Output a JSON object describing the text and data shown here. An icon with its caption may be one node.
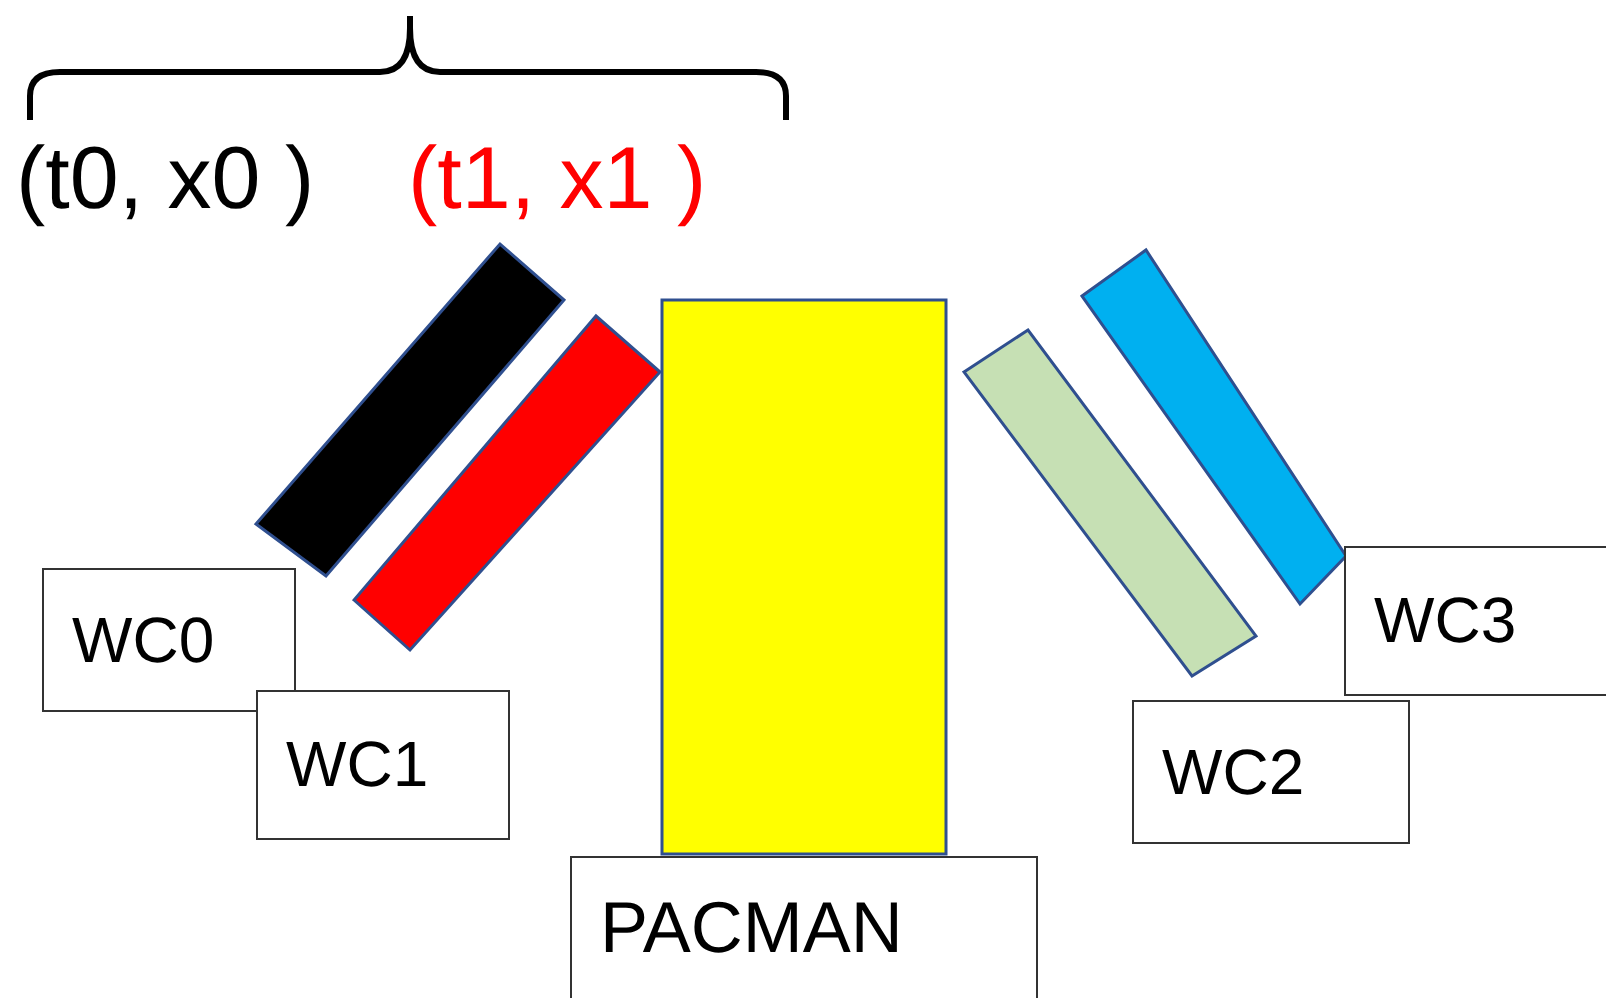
{
  "diagram": {
    "nodes": [
      {
        "text": [],
        "shape": "bar"
      },
      {
        "text": [],
        "shape": "bar"
      },
      {
        "text": [],
        "shape": "box"
      },
      {
        "text": [],
        "shape": "bar"
      },
      {
        "text": [],
        "shape": "bar"
      },
      {
        "text": [
          "WC0"
        ]
      },
      {
        "text": [
          "WC3"
        ]
      },
      {
        "text": [
          "WC1"
        ]
      },
      {
        "text": [
          "WC2"
        ]
      },
      {
        "text": [
          "PACMAN"
        ]
      }
    ],
    "labels": [
      "(t0, x0 )",
      "(t1, x1 )"
    ]
  }
}
